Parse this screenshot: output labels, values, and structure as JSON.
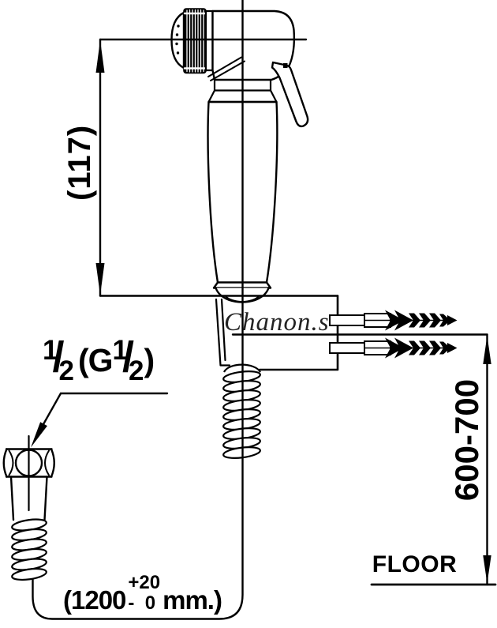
{
  "diagram": {
    "title": "hand-spray-installation-drawing",
    "watermark": "Chanon.s",
    "labels": {
      "head_height": "(117)",
      "mount_height": "600-700",
      "floor": "FLOOR"
    },
    "hose_length": {
      "prefix": "(1200",
      "tol_top": "+20",
      "tol_bottom": "-  0",
      "suffix": "mm.)"
    },
    "thread_size": {
      "num1": "1",
      "slash1": "/",
      "den1": "2",
      "mid": "(G",
      "num2": "1",
      "slash2": "/",
      "den2": "2",
      "close": ")"
    },
    "colors": {
      "line": "#000000",
      "background": "#ffffff"
    }
  }
}
